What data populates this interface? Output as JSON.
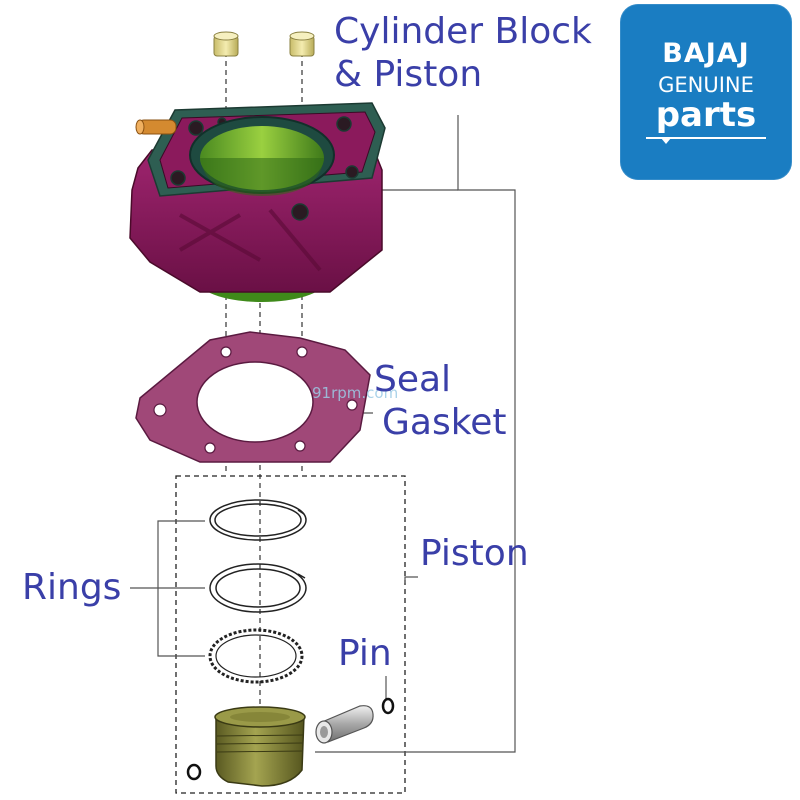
{
  "colors": {
    "label_text": "#3a3fa8",
    "leader_line": "#555555",
    "cylinder_body": "#8b1a5c",
    "cylinder_top": "#2a6a5a",
    "cylinder_bore": "#7ab830",
    "gasket": "#a04878",
    "piston": "#8a8a3a",
    "logo_background": "#1a7dc2"
  },
  "labels": {
    "cylinder_block": [
      "Cylinder Block",
      "& Piston"
    ],
    "seal_gasket": [
      "Seal",
      "Gasket"
    ],
    "piston": "Piston",
    "rings": "Rings",
    "pin": "Pin"
  },
  "logo": {
    "line1": "BAJAJ",
    "line2": "GENUINE",
    "line3": "parts"
  },
  "watermark": "91rpm.com",
  "icons": {
    "cylinder_block": "cylinder-block-icon",
    "gasket": "gasket-icon",
    "rings": "piston-ring-icon",
    "piston": "piston-icon",
    "pin": "piston-pin-icon",
    "circlip": "circlip-icon",
    "dowel": "dowel-icon"
  }
}
